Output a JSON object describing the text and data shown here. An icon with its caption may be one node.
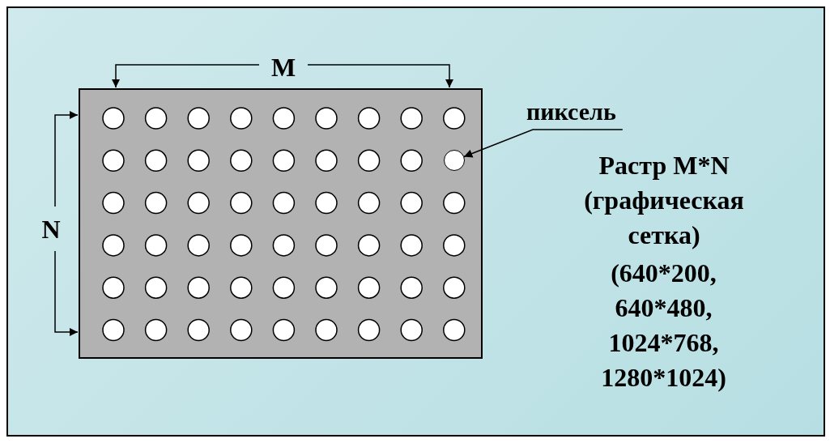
{
  "diagram": {
    "nodes": [
      {
        "text": [
          "пиксель"
        ]
      },
      {
        "text": [],
        "shape": "circle"
      }
    ],
    "edges": [
      {
        "from": 0,
        "to": 1,
        "arrow": "to"
      }
    ],
    "labels": [
      "M",
      "N",
      "Растр M*N (графическая сетка)",
      "(640*200, 640*480, 1024*768, 1280*1024)"
    ]
  }
}
